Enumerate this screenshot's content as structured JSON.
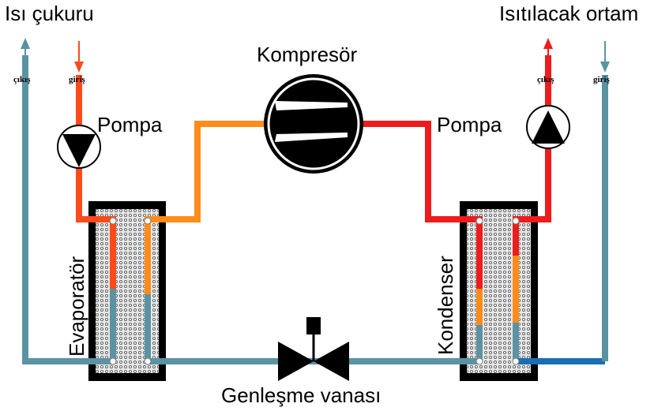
{
  "labels": {
    "heat_source": "Isı çukuru",
    "heat_sink": "Isıtılacak ortam",
    "compressor": "Kompresör",
    "pump_left": "Pompa",
    "pump_right": "Pompa",
    "evaporator": "Evaporatör",
    "condenser": "Kondenser",
    "expansion_valve": "Genleşme vanası",
    "left_outlet": "çıkış",
    "left_inlet": "giriş",
    "right_outlet": "çıkış",
    "right_inlet": "giriş"
  },
  "colors": {
    "cold": "#5b93a3",
    "hot": "#ee1c1c",
    "warm": "#ff8c1a",
    "source_in": "#ff4a1a",
    "dark_blue": "#1a6fb3",
    "black": "#000000"
  }
}
